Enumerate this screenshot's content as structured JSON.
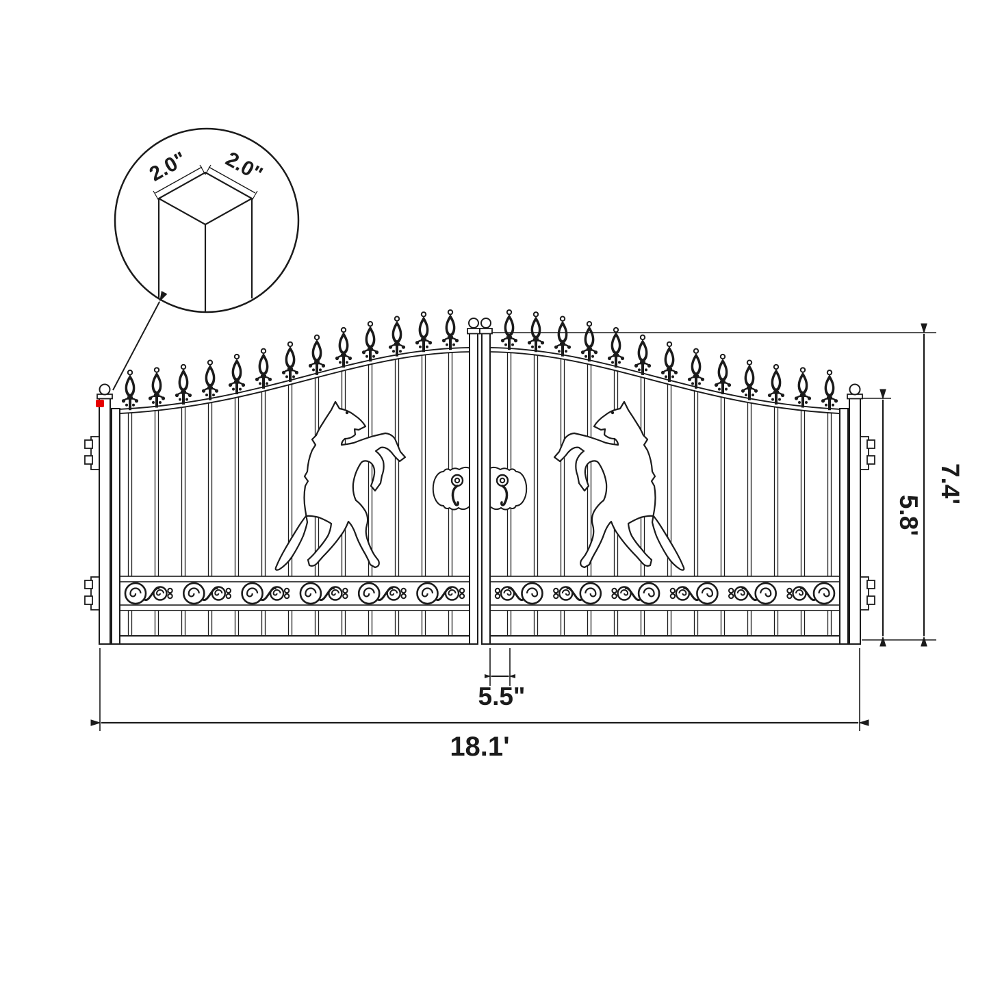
{
  "callout": {
    "edge_label_left": "2.0\"",
    "edge_label_right": "2.0\""
  },
  "dimensions": {
    "overall_width": "18.1'",
    "overall_height": "7.4'",
    "gate_leaf_height": "5.8'",
    "center_gap_width": "5.5\""
  },
  "colors": {
    "line": "#1b1b1b",
    "marker_red": "#e60000",
    "background": "#ffffff"
  }
}
